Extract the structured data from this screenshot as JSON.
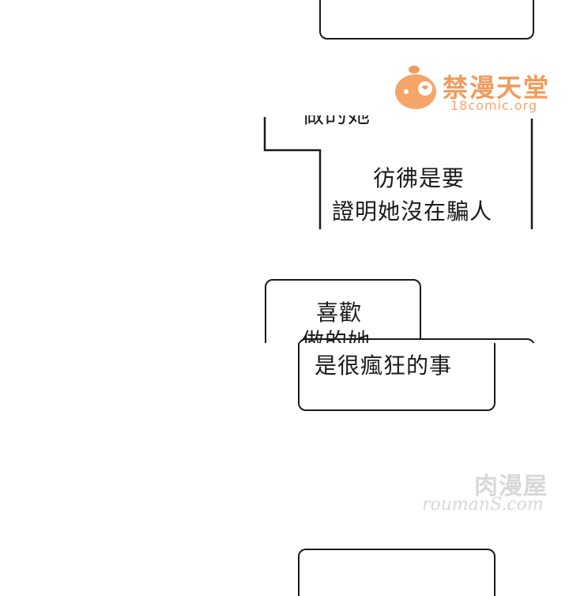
{
  "panel_1": {
    "partial_line": "做的她",
    "line_1": "彷彿是要",
    "line_2": "證明她沒在騙人"
  },
  "panel_2": {
    "line_1": "喜歡",
    "partial_line": "做的她",
    "line_2": "是很瘋狂的事"
  },
  "watermark_top": {
    "title": "禁漫天堂",
    "subtitle": "18comic.org"
  },
  "watermark_bottom": {
    "title": "肉漫屋",
    "subtitle": "roumanS.com"
  },
  "colors": {
    "ink": "#1a1a1a",
    "watermark_orange": "#f39a5c",
    "watermark_gray": "#d8d8d8",
    "watermark_pink": "#f3b8b8"
  }
}
